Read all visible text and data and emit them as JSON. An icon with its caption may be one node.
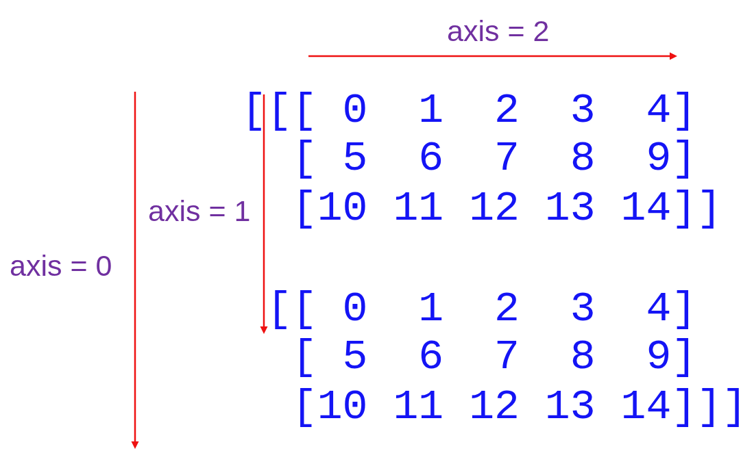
{
  "diagram": {
    "labels": [
      "axis = 2",
      "[[[ 0  1  2  3  4]",
      "[ 5  6  7  8  9]",
      "axis = 1",
      "[10 11 12 13 14]]",
      "axis = 0",
      "[[ 0  1  2  3  4]",
      "[ 5  6  7  8  9]",
      "[10 11 12 13 14]]]"
    ]
  }
}
